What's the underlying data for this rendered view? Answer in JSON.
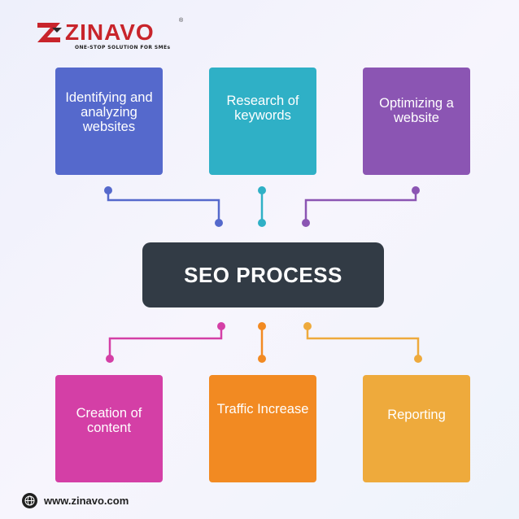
{
  "brand": {
    "name": "ZINAVO",
    "registered_mark": "®",
    "tagline": "ONE-STOP SOLUTION FOR SMEs",
    "color": "#c8242b"
  },
  "center": {
    "label": "SEO PROCESS",
    "color": "#323b45"
  },
  "top_steps": [
    {
      "label": "Identifying and analyzing websites",
      "color": "#5569cc"
    },
    {
      "label": "Research of keywords",
      "color": "#2fb0c6"
    },
    {
      "label": "Optimizing a website",
      "color": "#8b55b3"
    }
  ],
  "bottom_steps": [
    {
      "label": "Creation of content",
      "color": "#d43fa6"
    },
    {
      "label": "Traffic Increase",
      "color": "#f28a22"
    },
    {
      "label": "Reporting",
      "color": "#eeaa3c"
    }
  ],
  "footer": {
    "website": "www.zinavo.com",
    "icon": "globe-icon"
  }
}
